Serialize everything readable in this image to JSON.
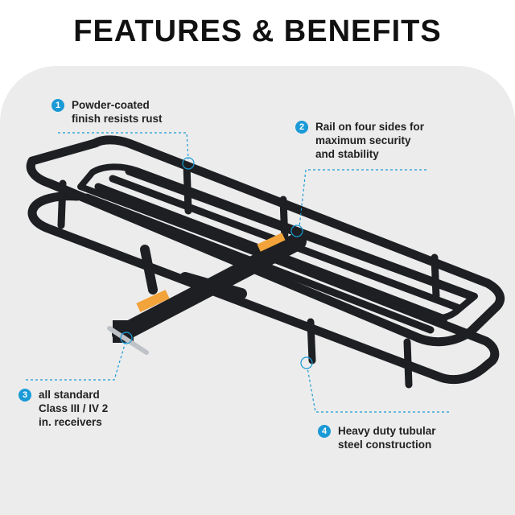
{
  "title": "FEATURES & BENEFITS",
  "accent_color": "#1a9ad6",
  "callouts": [
    {
      "number": "1",
      "lines": [
        "Powder-coated",
        "finish resists rust"
      ]
    },
    {
      "number": "2",
      "lines": [
        "Rail on four sides for",
        "maximum security",
        "and stability"
      ]
    },
    {
      "number": "3",
      "lines": [
        "all standard",
        "Class III / IV 2",
        "in. receivers"
      ]
    },
    {
      "number": "4",
      "lines": [
        "Heavy duty tubular",
        "steel construction"
      ]
    }
  ]
}
